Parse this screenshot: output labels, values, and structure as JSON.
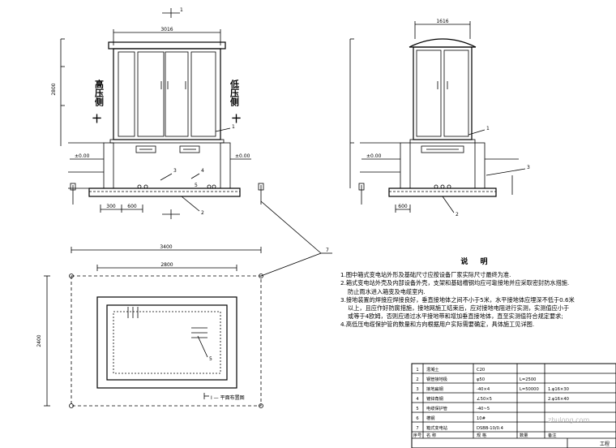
{
  "front_view": {
    "section_mark": "1",
    "dim_top": "3016",
    "dim_height": "2800",
    "label_high_side": "高压侧",
    "label_low_side": "低压侧",
    "cross_left": "十",
    "cross_right": "十",
    "leader_1": "1",
    "leader_2": "2",
    "leader_3": "3",
    "leader_4": "4",
    "leader_5": "5",
    "dim_base_left": "300",
    "dim_base_right": "600",
    "level_left": "±0.00",
    "level_right": "±0.00"
  },
  "side_view": {
    "dim_top": "1616",
    "leader_1": "1",
    "leader_2": "2",
    "leader_3": "3",
    "dim_base": "600",
    "level": "±0.00"
  },
  "plan_view": {
    "dim_outer": "3400",
    "dim_inner": "2800",
    "dim_side": "2400",
    "leader_5": "5",
    "section_label": "I — 平面布置图"
  },
  "callout": {
    "label": "7"
  },
  "notes": {
    "title": "说 明",
    "lines": [
      "1.图中箱式变电站外形及基础尺寸应按设备厂家实际尺寸最终为准.",
      "2.箱式变电站外壳及内部设备外壳，支架和基础槽钢均应可靠接地并应采取密封防水措施.",
      "防止雨水进入箱变及电缆室内.",
      "3.接地装置的焊接应焊接良好，垂直接地体之间不小于5米，水平接地体应埋深不低于0.6米",
      "以上，且应作好防腐措施，接地网施工结束后，应对接地电阻进行实测，实测值应小于",
      "或等于4欧姆，否则应通过水平接地带和增加垂直接地体，直至实测值符合规定要求;",
      "4.高低压电缆保护管的数量和方向根据用户实际需要确定，具体施工见详图."
    ]
  },
  "material_table": {
    "rows": [
      {
        "no": "1",
        "name": "混凝土",
        "spec": "C20",
        "qty": "",
        "note": ""
      },
      {
        "no": "2",
        "name": "钢管接地极",
        "spec": "φ50",
        "qty": "L=2500",
        "note": ""
      },
      {
        "no": "3",
        "name": "接地扁钢",
        "spec": "-40×4",
        "qty": "L=50000",
        "note": "1.φ16×30"
      },
      {
        "no": "4",
        "name": "镀锌角钢",
        "spec": "∠50×5",
        "qty": "",
        "note": "2.φ16×40"
      },
      {
        "no": "5",
        "name": "电缆保护管",
        "spec": "-40~5",
        "qty": "",
        "note": ""
      },
      {
        "no": "6",
        "name": "槽钢",
        "spec": "10#",
        "qty": "",
        "note": ""
      },
      {
        "no": "7",
        "name": "箱式变电站",
        "spec": "DSBB-10/0.4",
        "qty": "",
        "note": ""
      }
    ],
    "header": {
      "no": "序号",
      "name": "名 称",
      "spec": "规 格",
      "qty": "数量",
      "note": "备注"
    },
    "title_cell": "工程",
    "watermark": "zhulong.com"
  }
}
